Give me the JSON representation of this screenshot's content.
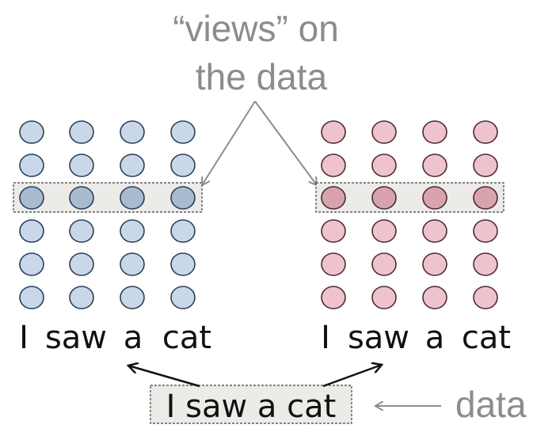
{
  "title_line1": "“views” on",
  "title_line2": "the data",
  "data_label": "data",
  "input_sentence": "I saw a cat",
  "views": [
    {
      "words": [
        "I",
        "saw",
        "a",
        "cat"
      ],
      "circle_fill": "#c8d8e8",
      "circle_highlight_fill": "#a9bccf",
      "circle_stroke": "#2c3e55"
    },
    {
      "words": [
        "I",
        "saw",
        "a",
        "cat"
      ],
      "circle_fill": "#efc3cd",
      "circle_highlight_fill": "#d9a3ae",
      "circle_stroke": "#4a2a30"
    }
  ],
  "grid": {
    "rows": 6,
    "cols": 4,
    "highlight_row": 2
  },
  "colors": {
    "highlight_box": "#ecebe8",
    "arrow_gray": "#8c8c8c",
    "arrow_dark": "#111111"
  }
}
